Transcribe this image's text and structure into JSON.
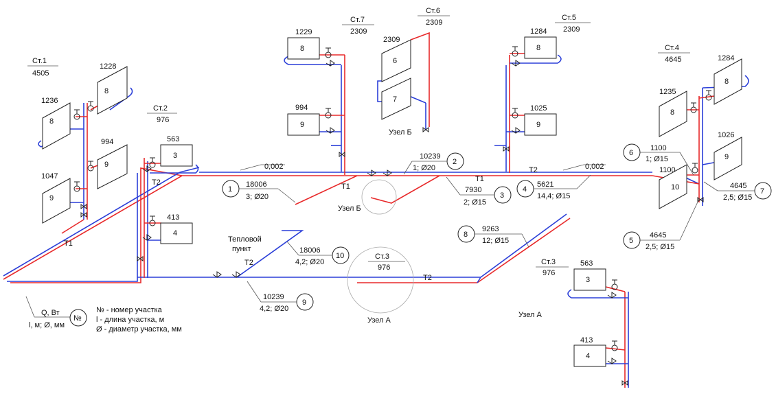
{
  "risers": [
    {
      "label": "Ст.1",
      "value": "4505"
    },
    {
      "label": "Ст.2",
      "value": "976"
    },
    {
      "label": "Ст.7",
      "value": "2309"
    },
    {
      "label": "Ст.6",
      "value": "2309"
    },
    {
      "label": "Ст.5",
      "value": "2309"
    },
    {
      "label": "Ст.4",
      "value": "4645"
    },
    {
      "label": "Ст.3",
      "value": "976"
    },
    {
      "label": "Ст.3",
      "value": "976"
    }
  ],
  "radiators": [
    {
      "num": "8",
      "load": "1228"
    },
    {
      "num": "8",
      "load": "1236"
    },
    {
      "num": "9",
      "load": "994"
    },
    {
      "num": "9",
      "load": "1047"
    },
    {
      "num": "3",
      "load": "563"
    },
    {
      "num": "4",
      "load": "413"
    },
    {
      "num": "8",
      "load": "1229"
    },
    {
      "num": "9",
      "load": "994"
    },
    {
      "num": "6",
      "load": "2309"
    },
    {
      "num": "7",
      "load": ""
    },
    {
      "num": "8",
      "load": "1284"
    },
    {
      "num": "9",
      "load": "1025"
    },
    {
      "num": "8",
      "load": "1284"
    },
    {
      "num": "8",
      "load": "1235"
    },
    {
      "num": "9",
      "load": "1026"
    },
    {
      "num": "10",
      "load": "1100"
    },
    {
      "num": "3",
      "load": "563"
    },
    {
      "num": "4",
      "load": "413"
    }
  ],
  "sections": [
    {
      "num": "1",
      "q": "18006",
      "params": "3; Ø20"
    },
    {
      "num": "2",
      "q": "10239",
      "params": "1; Ø20"
    },
    {
      "num": "3",
      "q": "7930",
      "params": "2; Ø15"
    },
    {
      "num": "4",
      "q": "5621",
      "params": "14,4; Ø15"
    },
    {
      "num": "5",
      "q": "4645",
      "params": "2,5; Ø15"
    },
    {
      "num": "6",
      "q": "1100",
      "params": "1; Ø15"
    },
    {
      "num": "7",
      "q": "4645",
      "params": "2,5; Ø15"
    },
    {
      "num": "8",
      "q": "9263",
      "params": "12; Ø15"
    },
    {
      "num": "9",
      "q": "10239",
      "params": "4,2; Ø20"
    },
    {
      "num": "10",
      "q": "18006",
      "params": "4,2; Ø20"
    }
  ],
  "pipes": {
    "supply": "Т1",
    "return": "Т2",
    "slope": "0,002"
  },
  "nodes": {
    "a": "Узел А",
    "b": "Узел Б"
  },
  "heat_point": {
    "line1": "Тепловой",
    "line2": "пункт"
  },
  "legend": {
    "q": "Q, Вт",
    "lm": "l, м; Ø, мм",
    "symbol": "№",
    "line1": "№ - номер участка",
    "line2": "l - длина участка, м",
    "line3": "Ø - диаметр участка, мм"
  },
  "colors": {
    "supply": "#e8292a",
    "return": "#2b3fd8"
  }
}
